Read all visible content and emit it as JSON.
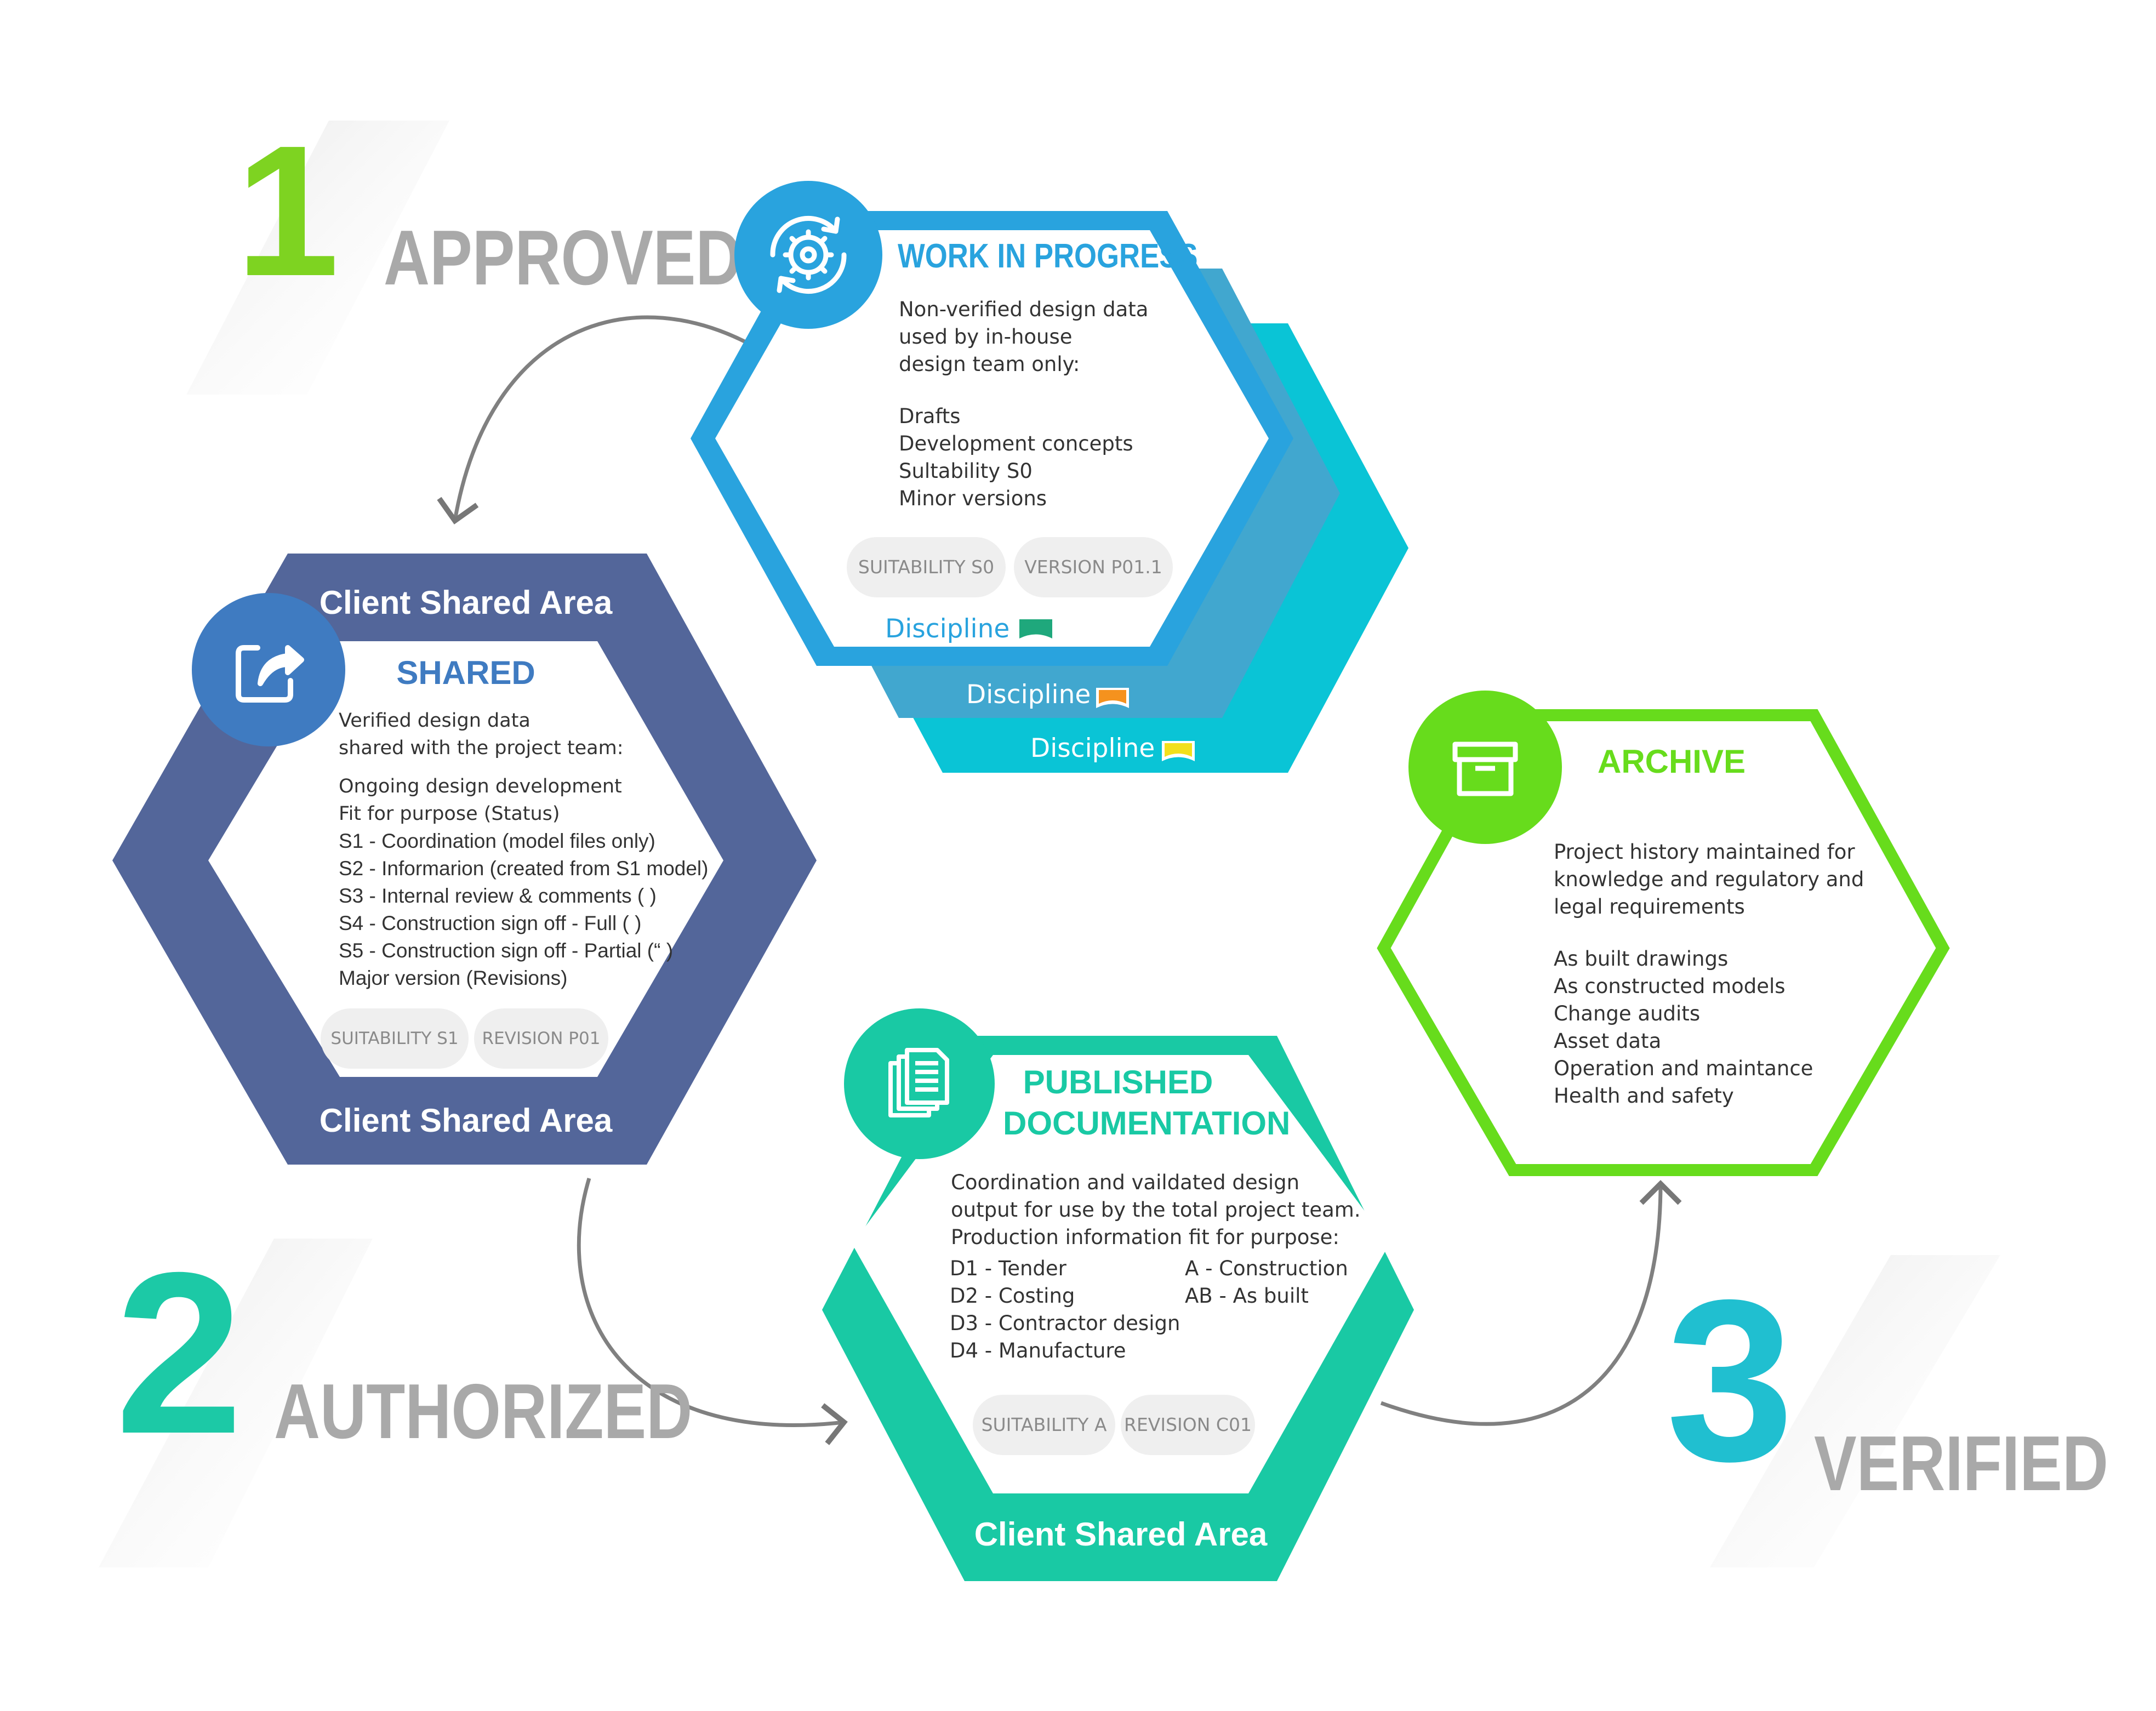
{
  "colors": {
    "wip": "#29a3de",
    "shared": "#53669a",
    "published": "#19c9a4",
    "archive": "#67dc1c",
    "num1": "#7ed321",
    "num2": "#1cc9a6",
    "num3": "#20bfd0",
    "label_gray": "#a9a9a9",
    "pill_bg": "#efefef"
  },
  "stages": {
    "s1": {
      "number": "1",
      "label": "APPROVED"
    },
    "s2": {
      "number": "2",
      "label": "AUTHORIZED"
    },
    "s3": {
      "number": "3",
      "label": "VERIFIED"
    }
  },
  "wip": {
    "icon": "gear-sync-icon",
    "title": "WORK IN PROGRESS",
    "lines": [
      "Non-verified design data",
      "used by in-house",
      "design team only:",
      "",
      "Drafts",
      "Development concepts",
      "Sultability S0",
      "Minor versions"
    ],
    "pill_1": "SUITABILITY S0",
    "pill_2": "VERSION P01.1",
    "discipline_1": "Discipline",
    "discipline_2": "Discipline",
    "discipline_3": "Discipline"
  },
  "shared": {
    "icon": "share-icon",
    "area_top": "Client Shared Area",
    "area_bottom": "Client Shared Area",
    "title": "SHARED",
    "lines": [
      "Verified design data",
      "shared with the project team:",
      "",
      "Ongoing design development",
      "Fit for purpose (Status)",
      "S1 - Coordination (model files only)",
      "S2 - Informarion (created from S1 model)",
      "S3 - Internal review & comments (  )",
      "S4 - Construction sign off - Full (  )",
      "S5 - Construction sign off - Partial (“ )",
      "Major version (Revisions)"
    ],
    "pill_1": "SUITABILITY S1",
    "pill_2": "REVISION P01"
  },
  "published": {
    "icon": "documents-icon",
    "title_1": "PUBLISHED",
    "title_2": "DOCUMENTATION",
    "intro": [
      "Coordination and vaildated design",
      "output for use by the total project team.",
      "Production information fit for purpose:"
    ],
    "left_col": [
      "D1 - Tender",
      "D2 - Costing",
      "D3 - Contractor design",
      "D4 - Manufacture"
    ],
    "right_col": [
      "A - Construction",
      "AB - As built"
    ],
    "pill_1": "SUITABILITY A",
    "pill_2": "REVISION C01",
    "area": "Client Shared Area"
  },
  "archive": {
    "icon": "archive-box-icon",
    "title": "ARCHIVE",
    "lines": [
      "Project history maintained for",
      "knowledge and regulatory and",
      "legal requirements",
      "",
      "As built drawings",
      "As constructed models",
      "Change audits",
      "Asset data",
      "Operation and maintance",
      "Health and safety"
    ]
  }
}
